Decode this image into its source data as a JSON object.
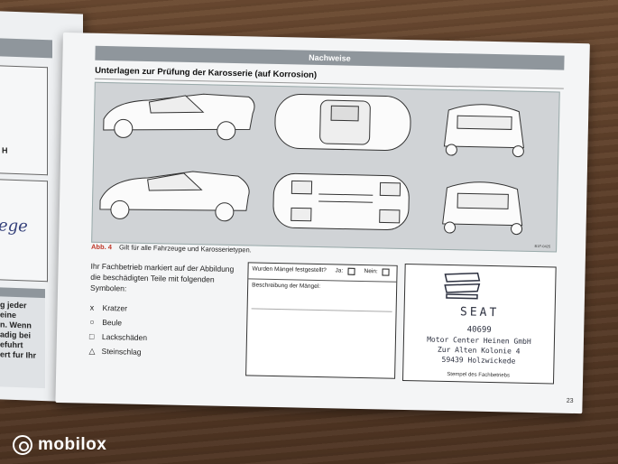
{
  "left_page": {
    "snippet_h": "H",
    "handwriting": "ege",
    "bottom_lines": [
      "g jeder",
      "eine",
      "n. Wenn",
      "adig bei",
      "efuhrt",
      "ert fur Ihr"
    ]
  },
  "page": {
    "header": "Nachweise",
    "section_title": "Unterlagen zur Prüfung der Karosserie (auf Korrosion)",
    "figure_code": "B1F-0425",
    "caption_label": "Abb. 4",
    "caption_text": "Gilt für alle Fahrzeuge und Karosserietypen.",
    "legend_intro": "Ihr Fachbetrieb markiert auf der Abbildung die beschädigten Teile mit folgenden Symbolen:",
    "legend_items": [
      {
        "symbol": "x",
        "label": "Kratzer"
      },
      {
        "symbol": "○",
        "label": "Beule"
      },
      {
        "symbol": "□",
        "label": "Lackschäden"
      },
      {
        "symbol": "△",
        "label": "Steinschlag"
      }
    ],
    "form": {
      "question": "Wurden Mängel festgestellt?",
      "yes": "Ja:",
      "no": "Nein:",
      "description_label": "Beschreibung der Mängel:"
    },
    "stamp": {
      "brand": "SEAT",
      "number": "40699",
      "line1": "Motor Center Heinen GmbH",
      "line2": "Zur Alten Kolonie 4",
      "line3": "59439 Holzwickede",
      "caption": "Stempel des Fachbetriebs"
    },
    "page_number": "23"
  },
  "watermark": {
    "brand": "mobilox",
    "icon": "mobilox-logo-icon"
  }
}
